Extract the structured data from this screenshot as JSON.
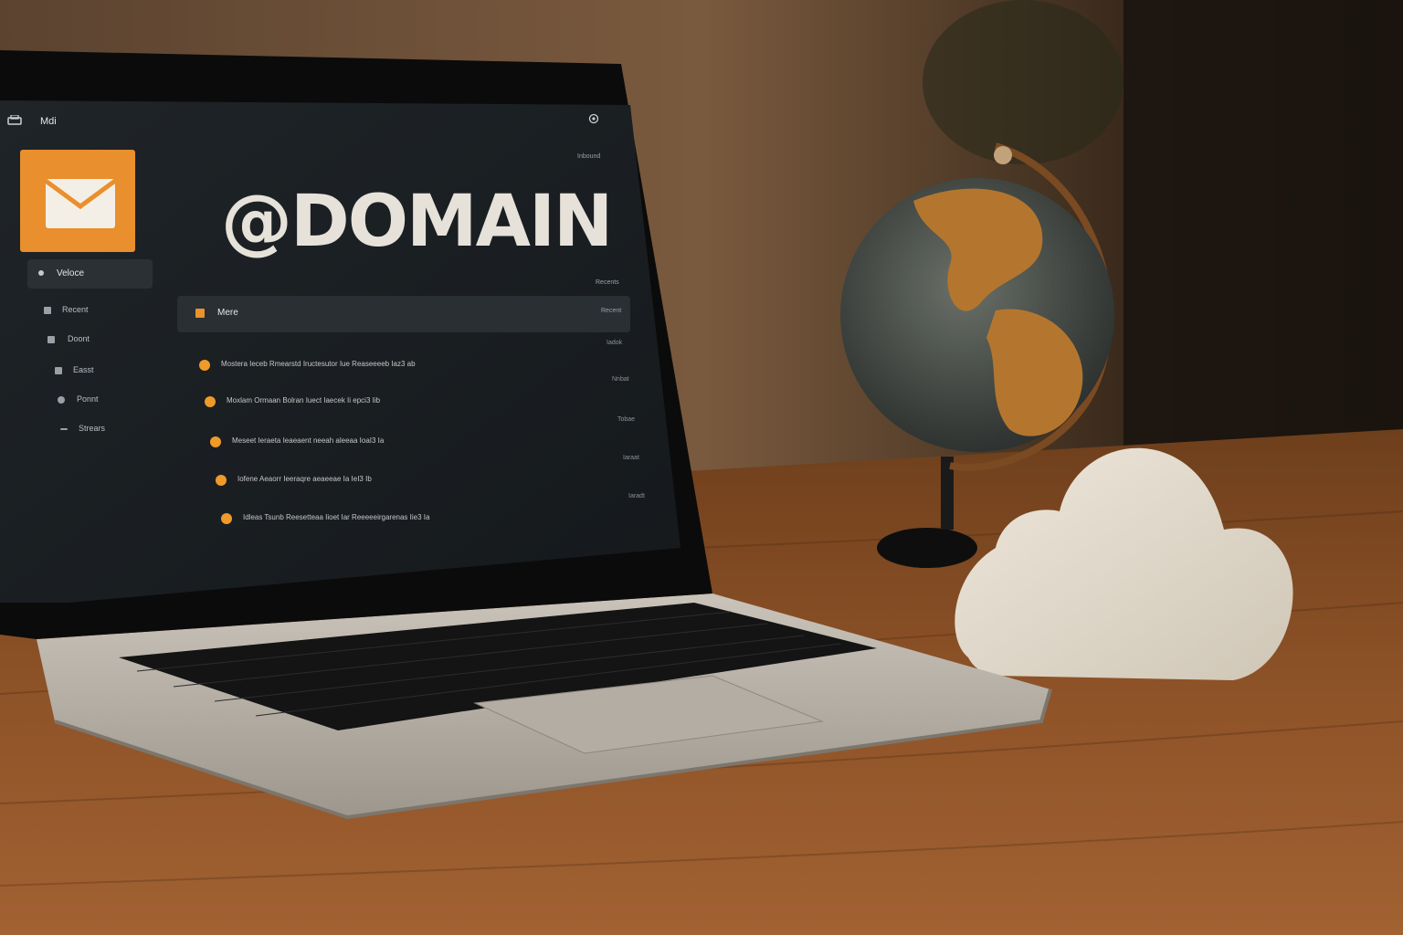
{
  "ui": {
    "app_title": "Mdi",
    "header_title": "@DOMAIN",
    "top_right_label": "Inbound",
    "filter_label": "Recents",
    "sidebar": {
      "items": [
        {
          "label": "Veloce"
        },
        {
          "label": "Recent"
        },
        {
          "label": "Doont"
        },
        {
          "label": "Easst"
        },
        {
          "label": "Ponnt"
        },
        {
          "label": "Strears"
        }
      ]
    },
    "folder_row": {
      "label": "Mere",
      "meta": "Recent"
    },
    "messages": [
      {
        "text": "Mostera Ieceb Rmearstd Iructesutor Iue Reaseeeeb  Iaz3 ab",
        "time": "Iadok"
      },
      {
        "text": "Moxlam Ormaan Bolran Iuect Iaecek Ii epci3 Iib",
        "time": "Nnbat"
      },
      {
        "text": "Meseet Ieraeta Ieaeaent neeah aleeaa IoaI3 Ia",
        "time": "Tobae"
      },
      {
        "text": "Iofene Aeaorr Ieeraqre aeaeeae Ia IeI3 Ib",
        "time": "Iaraat"
      },
      {
        "text": "Idleas Tsunb Reesetteaa Iioet Iar Reeeeeirgarenas Iie3 Ia",
        "time": "Iaradt"
      }
    ]
  },
  "colors": {
    "accent": "#e98f2d",
    "screen_bg": "#1b1f23",
    "wood": "#8a5327"
  }
}
